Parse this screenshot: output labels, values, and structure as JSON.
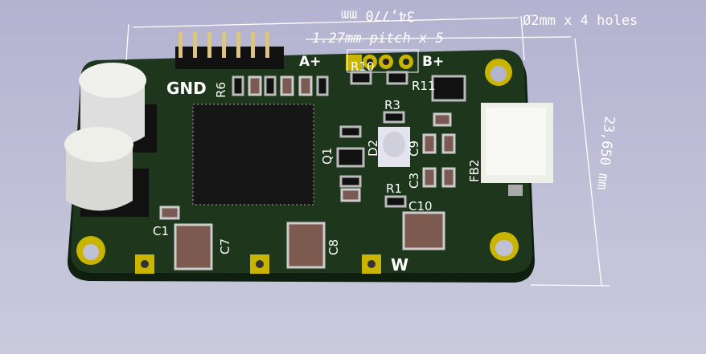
{
  "viewer": {
    "background_color": "#b8b8d4",
    "board_color": "#1d361c",
    "pad_color": "#c9b400"
  },
  "dimensions": {
    "width": "34,770 mm",
    "height": "23,650 mm",
    "holes": "Ø2mm x 4 holes",
    "pitch": "1.27mm pitch x 5"
  },
  "silkscreen": {
    "gnd": "GND",
    "a_plus": "A+",
    "b_plus": "B+",
    "w": "W",
    "refs": [
      "R6",
      "C1",
      "C7",
      "C8",
      "C10",
      "R1",
      "R3",
      "Q1",
      "D2",
      "FB2",
      "R10",
      "R11",
      "C3",
      "C9"
    ]
  }
}
